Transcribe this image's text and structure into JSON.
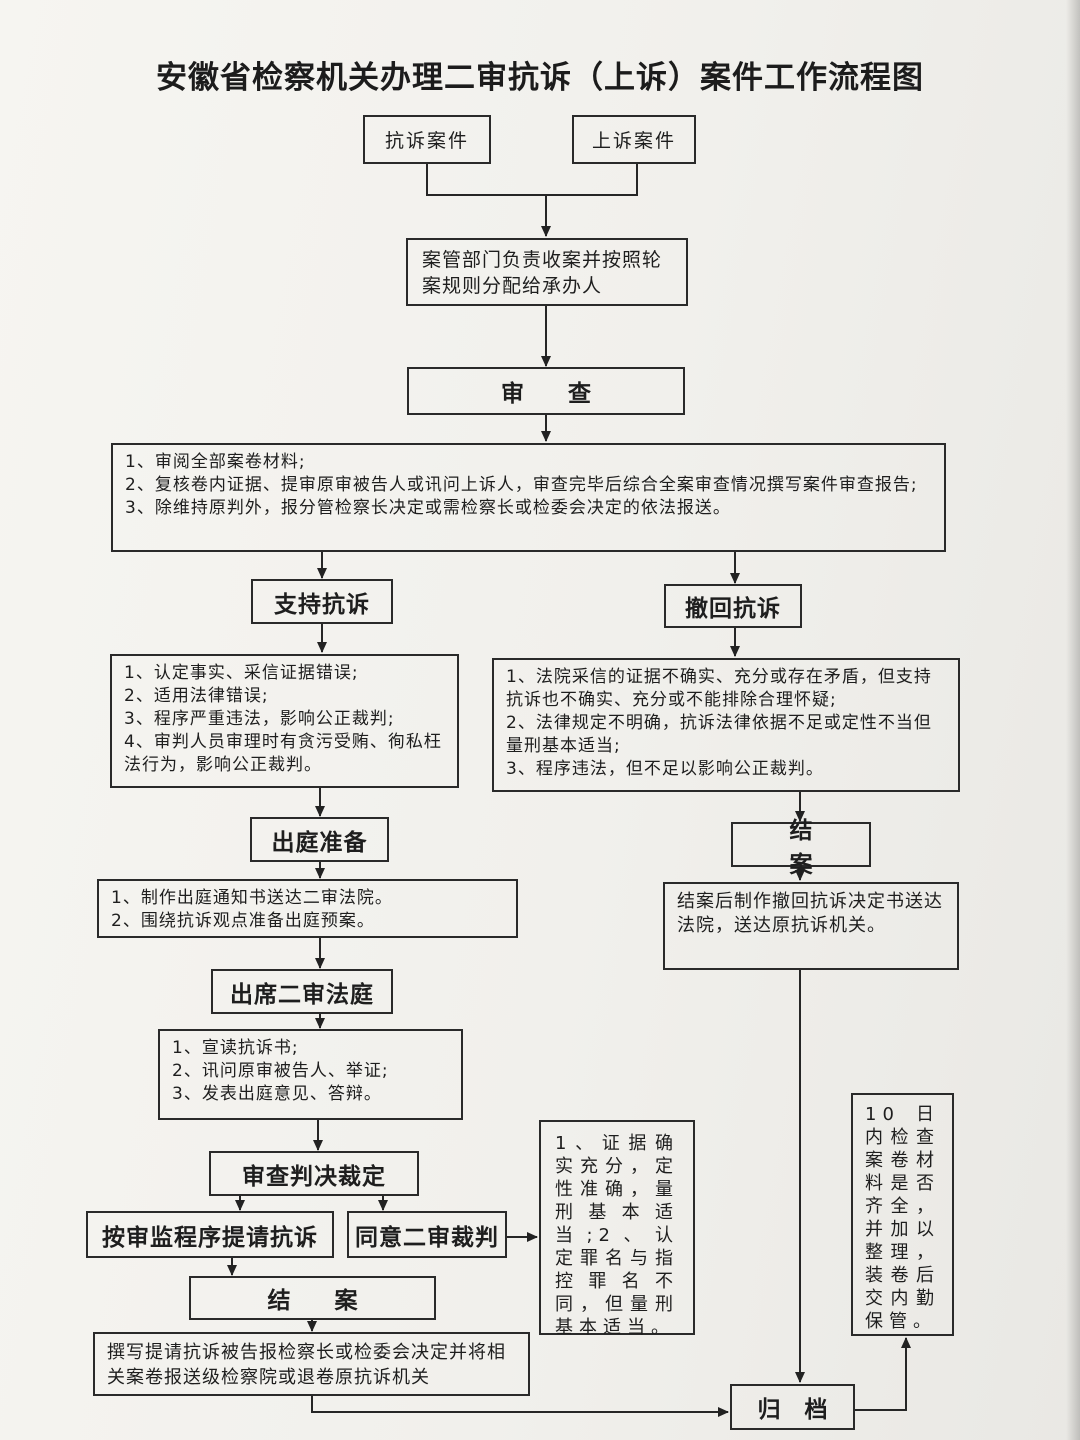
{
  "title": "安徽省检察机关办理二审抗诉（上诉）案件工作流程图",
  "sources": {
    "protest": "抗诉案件",
    "appeal": "上诉案件"
  },
  "intake": "案管部门负责收案并按照轮案规则分配给承办人",
  "review": {
    "label": "审查",
    "steps": [
      "1、审阅全部案卷材料;",
      "2、复核卷内证据、提审原审被告人或讯问上诉人，审查完毕后综合全案审查情况撰写案件审查报告;",
      "3、除维持原判外，报分管检察长决定或需检察长或检委会决定的依法报送。"
    ]
  },
  "support": {
    "label": "支持抗诉",
    "grounds": [
      "1、认定事实、采信证据错误;",
      "2、适用法律错误;",
      "3、程序严重违法，影响公正裁判;",
      "4、审判人员审理时有贪污受贿、徇私枉法行为，影响公正裁判。"
    ]
  },
  "withdraw": {
    "label": "撤回抗诉",
    "grounds": [
      "1、法院采信的证据不确实、充分或存在矛盾，但支持抗诉也不确实、充分或不能排除合理怀疑;",
      "2、法律规定不明确，抗诉法律依据不足或定性不当但量刑基本适当;",
      "3、程序违法，但不足以影响公正裁判。"
    ],
    "close_label": "结案",
    "close_note": "结案后制作撤回抗诉决定书送达法院，送达原抗诉机关。"
  },
  "prepare": {
    "label": "出庭准备",
    "steps": [
      "1、制作出庭通知书送达二审法院。",
      "2、围绕抗诉观点准备出庭预案。"
    ]
  },
  "attend": {
    "label": "出席二审法庭",
    "steps": [
      "1、宣读抗诉书;",
      "2、讯问原审被告人、举证;",
      "3、发表出庭意见、答辩。"
    ]
  },
  "judgment": {
    "label": "审查判决裁定",
    "left_label": "按审监程序提请抗诉",
    "right_label": "同意二审裁判",
    "right_conditions": "1、证据确实充分，定性准确，量刑基本适当;2、认定罪名与指控罪名不同，但量刑基本适当。"
  },
  "final_close": {
    "label": "结案",
    "note": "撰写提请抗诉被告报检察长或检委会决定并将相关案卷报送级检察院或退卷原抗诉机关"
  },
  "archive": {
    "label": "归档",
    "note": "10日内检查案卷材料是否齐全，并加以整理，装卷后交内勤保管。"
  }
}
